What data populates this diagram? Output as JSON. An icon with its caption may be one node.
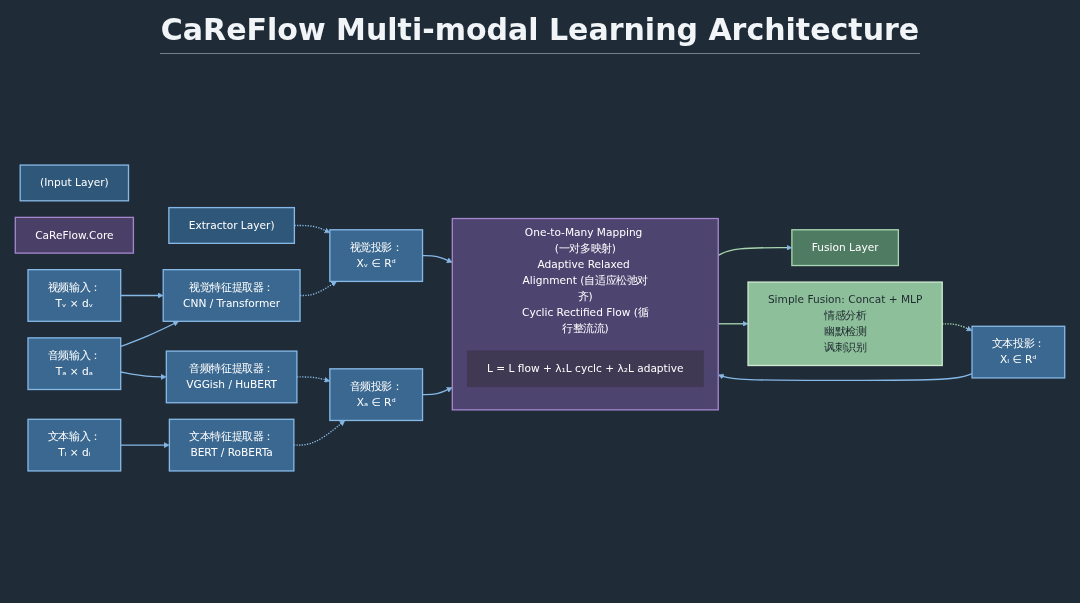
{
  "diagram": {
    "title": "CaReFlow Multi-modal Learning Architecture",
    "nodes": [
      {
        "text": [
          "(Input Layer)"
        ]
      },
      {
        "text": [
          "Extractor Layer)"
        ]
      },
      {
        "text": [
          "CaReFlow.Core"
        ]
      },
      {
        "text": [
          "Fusion Layer"
        ]
      },
      {
        "text": [
          "视频输入：",
          "Tᵥ × dᵥ"
        ]
      },
      {
        "text": [
          "音频输入：",
          "Tₐ × dₐ"
        ]
      },
      {
        "text": [
          "文本输入：",
          "Tₗ × dₗ"
        ]
      },
      {
        "text": [
          "视觉特征提取器：",
          "CNN / Transformer"
        ]
      },
      {
        "text": [
          "音频特征提取器：",
          "VGGish / HuBERT"
        ]
      },
      {
        "text": [
          "文本特征提取器：",
          "BERT / RoBERTa"
        ]
      },
      {
        "text": [
          "视觉投影：",
          "Xᵥ ∈ Rᵈ"
        ]
      },
      {
        "text": [
          "音频投影：",
          "Xₐ ∈ Rᵈ"
        ]
      },
      {
        "text": [
          "文本投影：",
          "Xₗ ∈ Rᵈ"
        ]
      },
      {
        "text": [
          "One-to-Many Mapping (一对多映射)",
          "Adaptive Relaxed Alignment (自适应松弛对齐)",
          "Cyclic Rectified Flow (循行整流流)"
        ]
      },
      {
        "text": [
          "L = L flow + λ₁L cyclc + λ₂L adaptive"
        ],
        "in": 13
      },
      {
        "text": [
          "Simple Fusion: Concat + MLP",
          "情感分析",
          "幽默检测",
          "讽刺识别"
        ]
      }
    ],
    "edges": [
      {
        "from": 4,
        "to": 7,
        "arrow": "to"
      },
      {
        "from": 5,
        "to": 7,
        "arrow": "to"
      },
      {
        "from": 5,
        "to": 8,
        "arrow": "to"
      },
      {
        "from": 6,
        "to": 9,
        "arrow": "to"
      },
      {
        "from": 1,
        "to": 10,
        "arrow": "to",
        "style": "dashed"
      },
      {
        "from": 7,
        "to": 10,
        "arrow": "to",
        "style": "dashed"
      },
      {
        "from": 8,
        "to": 11,
        "arrow": "to",
        "style": "dashed"
      },
      {
        "from": 9,
        "to": 11,
        "arrow": "to",
        "style": "dashed"
      },
      {
        "from": 10,
        "to": 13,
        "arrow": "to"
      },
      {
        "from": 11,
        "to": 13,
        "arrow": "to"
      },
      {
        "from": 12,
        "to": 13,
        "arrow": "to"
      },
      {
        "from": 13,
        "to": 3,
        "arrow": "to",
        "color": "#a8d5ae"
      },
      {
        "from": 13,
        "to": 15,
        "arrow": "to",
        "color": "#a8d5ae"
      },
      {
        "from": 15,
        "to": 12,
        "arrow": "to",
        "style": "dashed",
        "color": "#a8d5ae"
      }
    ]
  }
}
